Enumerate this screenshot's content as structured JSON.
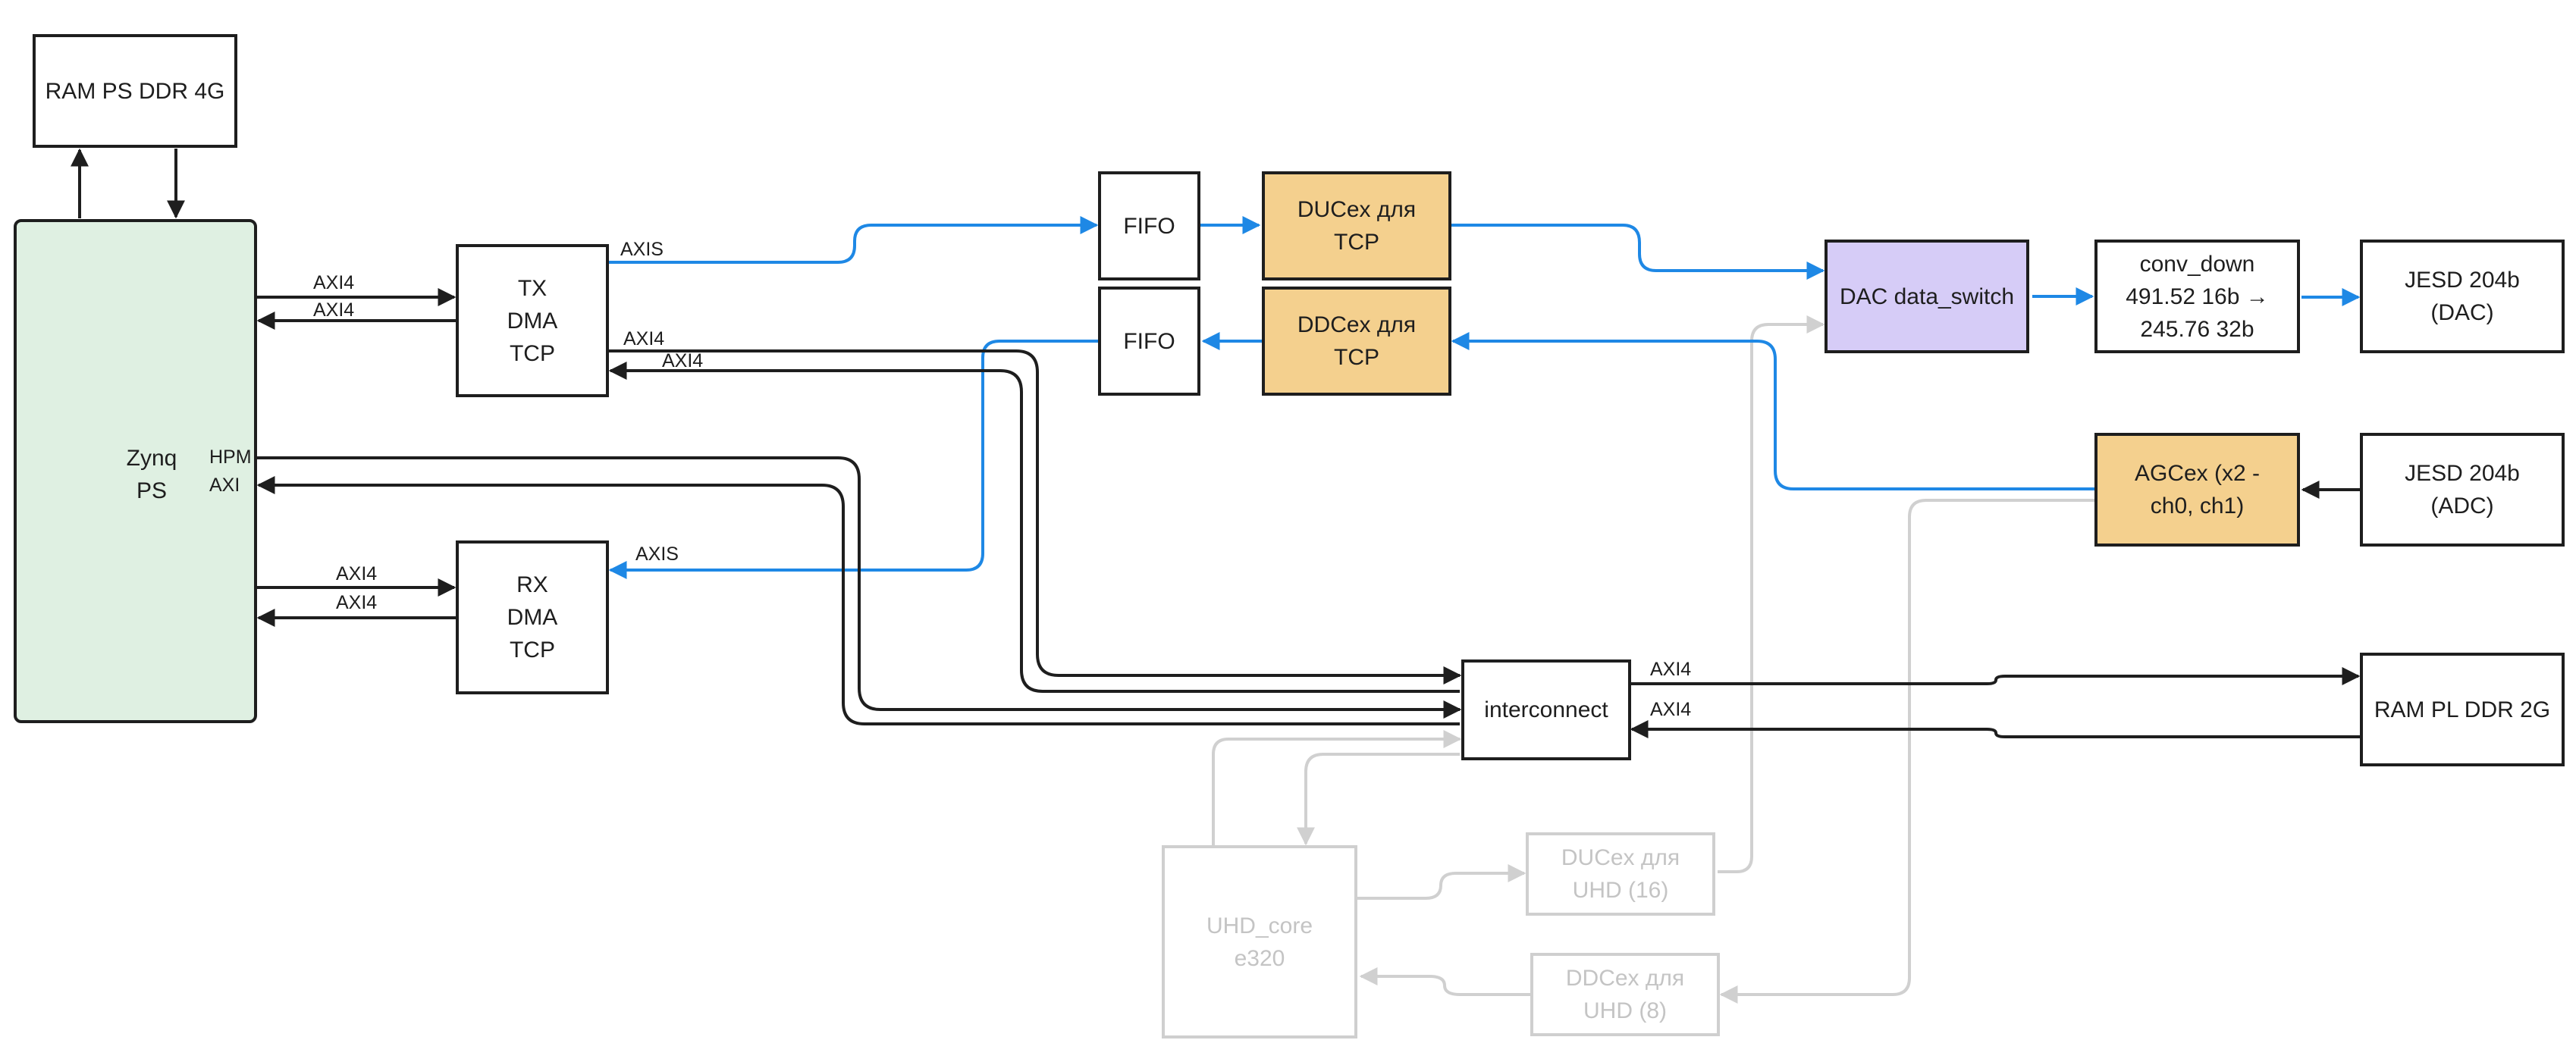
{
  "blocks": {
    "ram_ps": "RAM PS DDR 4G",
    "zynq": "Zynq\nPS",
    "tx_dma": "TX\nDMA\nTCP",
    "rx_dma": "RX\nDMA\nTCP",
    "fifo_tx": "FIFO",
    "fifo_rx": "FIFO",
    "duc_tcp": "DUCex для\nTCP",
    "ddc_tcp": "DDCex для\nTCP",
    "dac_switch": "DAC data_switch",
    "conv_down": "conv_down\n491.52 16b →\n245.76 32b",
    "jesd_dac": "JESD 204b\n(DAC)",
    "agc": "AGCex (x2 -\nch0, ch1)",
    "jesd_adc": "JESD 204b\n(ADC)",
    "interconnect": "interconnect",
    "ram_pl": "RAM PL DDR 2G",
    "uhd_core": "UHD_core\ne320",
    "duc_uhd": "DUCex для\nUHD (16)",
    "ddc_uhd": "DDCex для\nUHD (8)"
  },
  "labels": {
    "axi4": "AXI4",
    "axis": "AXIS",
    "hpm": "HPM",
    "axi": "AXI"
  },
  "colors": {
    "stroke": "#1e1e1e",
    "blue": "#1e88e5",
    "ghost": "#d0d0d0",
    "zynq_fill": "#dff0e2",
    "orange_fill": "#f4d08e",
    "purple_fill": "#d6ccf7"
  }
}
